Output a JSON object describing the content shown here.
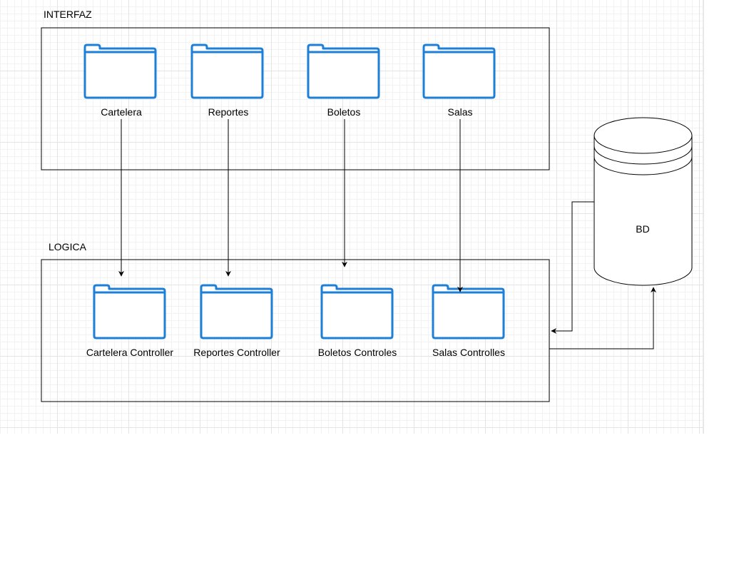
{
  "layers": {
    "interfaz": {
      "title": "INTERFAZ"
    },
    "logica": {
      "title": "LOGICA"
    }
  },
  "database": {
    "label": "BD"
  },
  "folders": {
    "interfaz": [
      {
        "label": "Cartelera"
      },
      {
        "label": "Reportes"
      },
      {
        "label": "Boletos"
      },
      {
        "label": "Salas"
      }
    ],
    "logica": [
      {
        "label": "Cartelera Controller"
      },
      {
        "label": "Reportes Controller"
      },
      {
        "label": "Boletos Controles"
      },
      {
        "label": "Salas Controlles"
      }
    ]
  },
  "colors": {
    "folder_stroke": "#1e7fd6",
    "line": "#000000",
    "grid": "#e4e4e4"
  }
}
